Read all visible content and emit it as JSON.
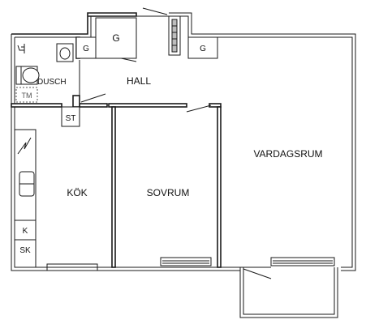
{
  "rooms": {
    "hall": "HALL",
    "vardagsrum": "VARDAGSRUM",
    "kok": "KÖK",
    "sovrum": "SOVRUM",
    "dusch": "DUSCH"
  },
  "fixtures": {
    "g1": "G",
    "g2": "G",
    "g3": "G",
    "st": "ST",
    "tm": "TM",
    "k": "K",
    "sk": "SK"
  }
}
